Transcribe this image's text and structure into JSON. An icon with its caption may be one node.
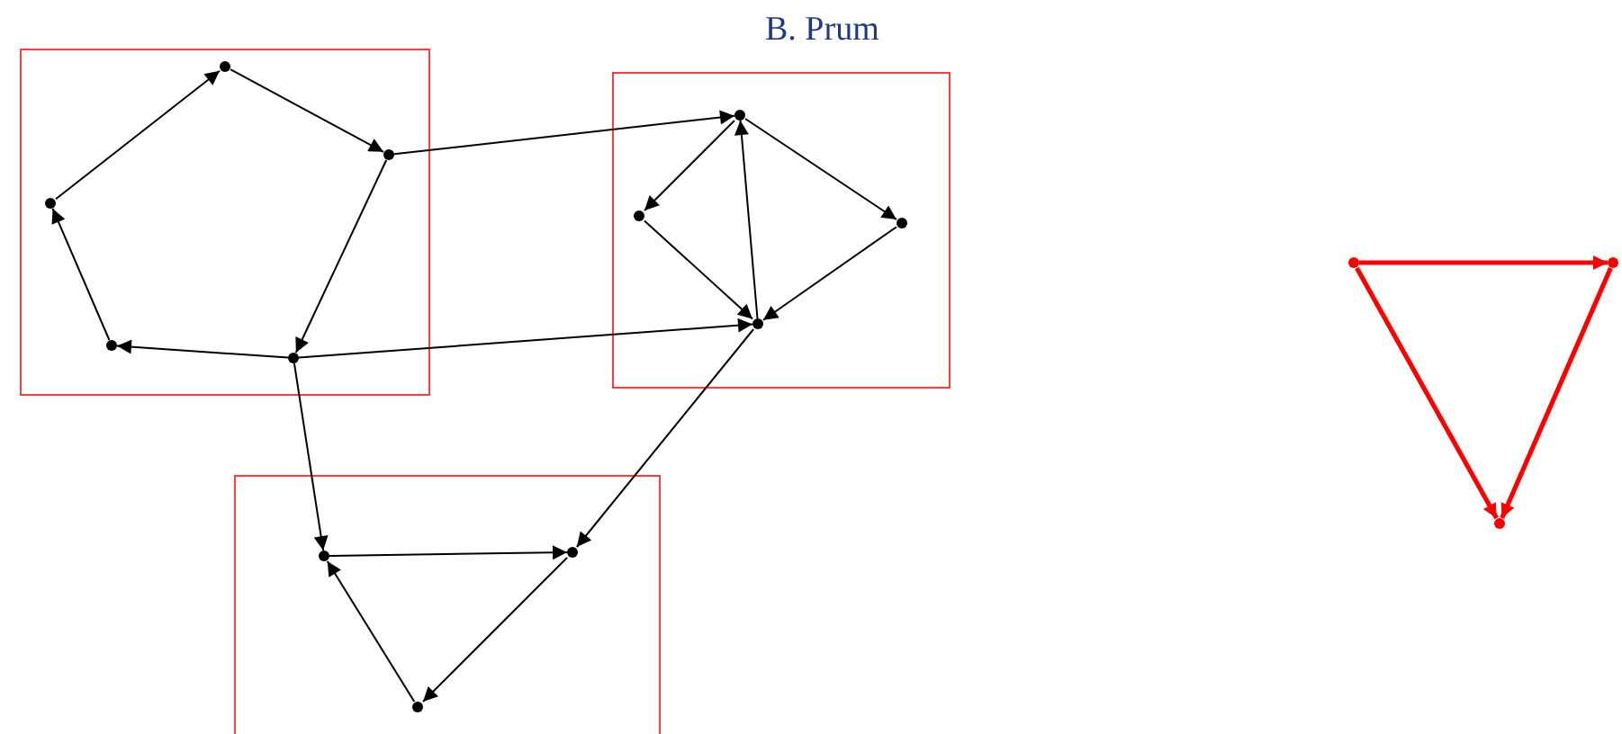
{
  "diagram": {
    "nodes": [
      {
        "text": [],
        "shape": "box"
      },
      {
        "text": [],
        "shape": "point",
        "in": 0
      },
      {
        "text": [],
        "shape": "point",
        "in": 0
      },
      {
        "text": [],
        "shape": "point",
        "in": 0
      },
      {
        "text": [],
        "shape": "point",
        "in": 0
      },
      {
        "text": [],
        "shape": "point",
        "in": 0
      },
      {
        "text": [],
        "shape": "box"
      },
      {
        "text": [],
        "shape": "point",
        "in": 6
      },
      {
        "text": [],
        "shape": "point",
        "in": 6
      },
      {
        "text": [],
        "shape": "point",
        "in": 6
      },
      {
        "text": [],
        "shape": "point",
        "in": 6
      },
      {
        "text": [],
        "shape": "box"
      },
      {
        "text": [],
        "shape": "point",
        "in": 11
      },
      {
        "text": [],
        "shape": "point",
        "in": 11
      },
      {
        "text": [],
        "shape": "point",
        "in": 11
      },
      {
        "text": [],
        "shape": "point"
      },
      {
        "text": [],
        "shape": "point"
      },
      {
        "text": [],
        "shape": "point"
      }
    ],
    "edges": [
      {
        "from": 1,
        "to": 2,
        "arrow": "to"
      },
      {
        "from": 2,
        "to": 3,
        "arrow": "to"
      },
      {
        "from": 3,
        "to": 5,
        "arrow": "to"
      },
      {
        "from": 5,
        "to": 4,
        "arrow": "to"
      },
      {
        "from": 4,
        "to": 1,
        "arrow": "to"
      },
      {
        "from": 3,
        "to": 7,
        "arrow": "to"
      },
      {
        "from": 5,
        "to": 10,
        "arrow": "to"
      },
      {
        "from": 5,
        "to": 12,
        "arrow": "to"
      },
      {
        "from": 7,
        "to": 8,
        "arrow": "to"
      },
      {
        "from": 7,
        "to": 9,
        "arrow": "to"
      },
      {
        "from": 8,
        "to": 10,
        "arrow": "to"
      },
      {
        "from": 9,
        "to": 10,
        "arrow": "to"
      },
      {
        "from": 10,
        "to": 7,
        "arrow": "to"
      },
      {
        "from": 10,
        "to": 13,
        "arrow": "to"
      },
      {
        "from": 12,
        "to": 13,
        "arrow": "to"
      },
      {
        "from": 13,
        "to": 14,
        "arrow": "to"
      },
      {
        "from": 14,
        "to": 12,
        "arrow": "to"
      },
      {
        "from": 15,
        "to": 16,
        "arrow": "to",
        "style": "thick",
        "color": "#ff0000"
      },
      {
        "from": 15,
        "to": 17,
        "arrow": "to",
        "style": "thick",
        "color": "#ff0000"
      },
      {
        "from": 16,
        "to": 17,
        "arrow": "to",
        "style": "thick",
        "color": "#ff0000"
      }
    ],
    "labels": [
      "B. Prum"
    ]
  }
}
